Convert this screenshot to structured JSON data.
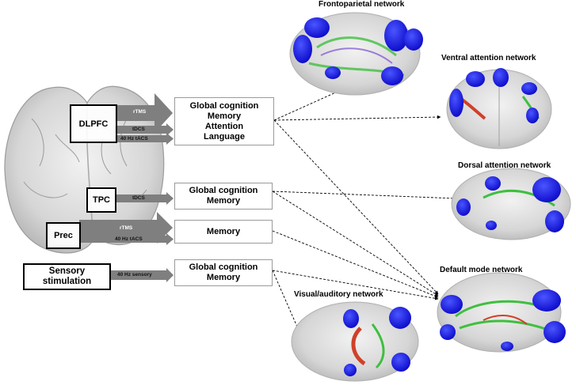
{
  "regions": {
    "dlpfc": "DLPFC",
    "tpc": "TPC",
    "prec": "Prec",
    "sensory_line1": "Sensory",
    "sensory_line2": "stimulation"
  },
  "arrows": {
    "rtms_dlpfc": "rTMS",
    "tdcs_dlpfc": "tDCS",
    "tacs_dlpfc": "40 Hz tACS",
    "tdcs_tpc": "tDCS",
    "rtms_prec": "rTMS",
    "tacs_prec": "40 Hz tACS",
    "sensory": "40 Hz sensory"
  },
  "outcomes": {
    "dlpfc": [
      "Global cognition",
      "Memory",
      "Attention",
      "Language"
    ],
    "tpc": [
      "Global cognition",
      "Memory"
    ],
    "prec": [
      "Memory"
    ],
    "sensory": [
      "Global cognition",
      "Memory"
    ]
  },
  "networks": {
    "frontoparietal": "Frontoparietal network",
    "ventral_attention": "Ventral attention network",
    "dorsal_attention": "Dorsal attention network",
    "default_mode": "Default mode network",
    "visual_auditory": "Visual/auditory network"
  },
  "colors": {
    "arrow": "#7f7f7f",
    "network_blob": "#1a10e0",
    "brain": "#d9d9d9",
    "tract_green": "#3fbf3f",
    "tract_red": "#d0402a"
  }
}
